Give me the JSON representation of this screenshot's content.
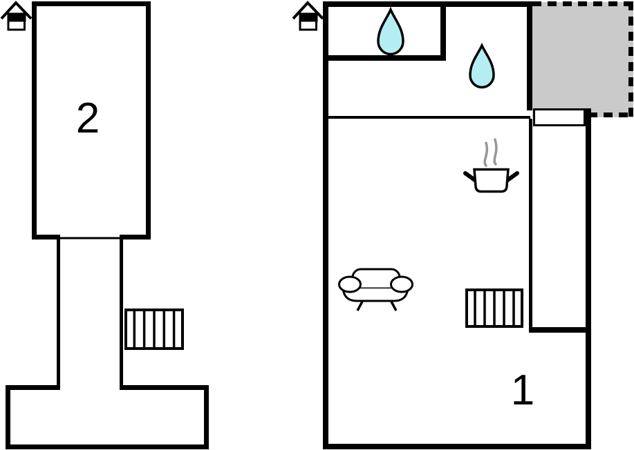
{
  "floorplan": {
    "title": "apartment-floor-plan",
    "units": [
      {
        "name": "apartment-1",
        "label": "1"
      },
      {
        "name": "apartment-2",
        "label": "2"
      }
    ],
    "colors": {
      "wall": "#000000",
      "water_drop": "#b4eef2",
      "terrace": "#cacaca",
      "steam": "#969696",
      "floor": "#ffffff"
    },
    "icons": [
      "house-entrance-icon",
      "water-drop-icon",
      "cooking-pot-icon",
      "steam-icon",
      "sofa-icon",
      "stairs-icon",
      "terrace-area",
      "door-sill"
    ]
  }
}
